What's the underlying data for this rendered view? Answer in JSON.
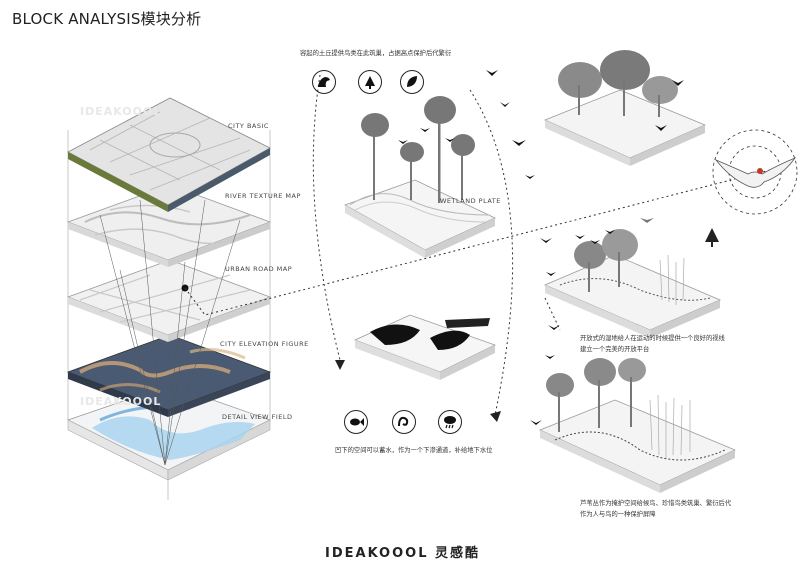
{
  "title": "BLOCK ANALYSIS模块分析",
  "layers": {
    "city_basic": "CITY BASIC",
    "river_texture": "RIVER TEXTURE MAP",
    "urban_road": "URBAN ROAD MAP",
    "city_elevation": "CITY ELEVATION FIGURE",
    "detail_view": "DETAIL VIEW FIELD"
  },
  "captions": {
    "top": "容起的土丘提供鸟类在此筑巢，占据高点保护后代繁衍",
    "bottom_left": "凹下的空间可以蓄水，作为一个下渗通道，补给地下水位",
    "right_mid_1": "开放式的湿地给人在运动的时候提供一个良好的视线",
    "right_mid_2": "建立一个完美的开放平台",
    "right_bottom_1": "芦苇丛作为掩护空间给候鸟、珍惜鸟类筑巢、繁衍后代",
    "right_bottom_2": "作为人与鸟的一种保护屏障"
  },
  "plates": {
    "wetland": "WETLAND PLATE"
  },
  "icons": {
    "top": [
      "eagle-icon",
      "tree-icon",
      "leaf-icon"
    ],
    "bottom": [
      "fish-icon",
      "worm-icon",
      "rain-cloud-icon"
    ]
  },
  "brand": "IDEAKOOOL 灵感酷",
  "watermark": "IDEAKOOOL"
}
